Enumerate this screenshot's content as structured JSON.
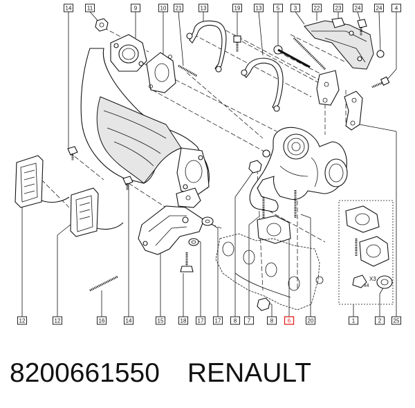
{
  "top_callouts": [
    "14",
    "11",
    "9",
    "10",
    "21",
    "13",
    "19",
    "13",
    "5",
    "3",
    "22",
    "23",
    "24",
    "24",
    "4"
  ],
  "bottom_callouts": [
    "12",
    "12",
    "16",
    "14",
    "15",
    "18",
    "17",
    "17",
    "8",
    "7",
    "8",
    "6",
    "20",
    "1",
    "2",
    "25"
  ],
  "highlight_callout": "6",
  "x_marker": "X3",
  "x4_marker": "x4",
  "caption": {
    "part_number": "8200661550",
    "brand": "RENAULT"
  },
  "colors": {
    "highlight": "#e0201e",
    "line": "#111111"
  }
}
